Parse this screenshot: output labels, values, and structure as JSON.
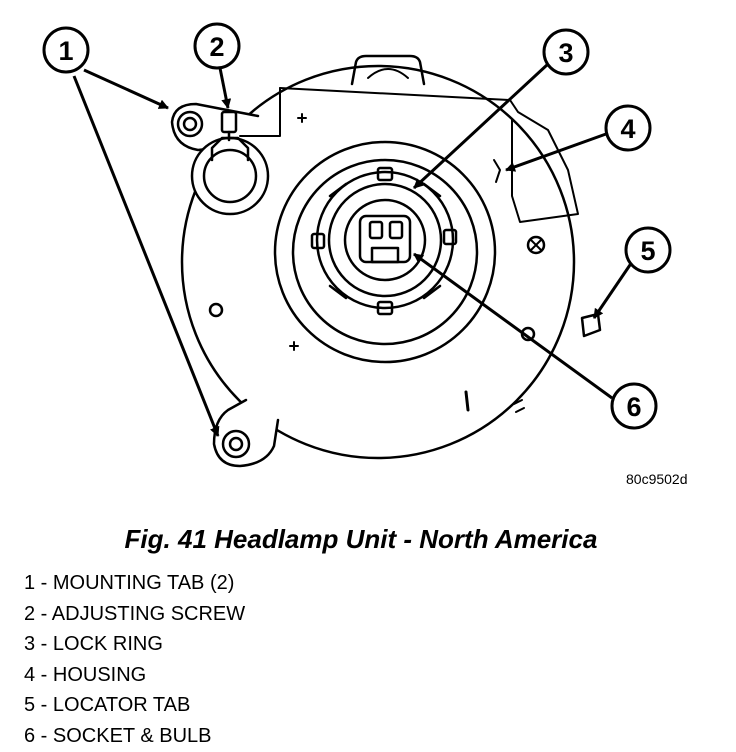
{
  "figure": {
    "image_id": "80c9502d",
    "caption": "Fig. 41 Headlamp Unit - North America",
    "callouts": [
      "1",
      "2",
      "3",
      "4",
      "5",
      "6"
    ]
  },
  "legend": [
    "1 - MOUNTING TAB (2)",
    "2 - ADJUSTING SCREW",
    "3 - LOCK RING",
    "4 - HOUSING",
    "5 - LOCATOR TAB",
    "6 - SOCKET & BULB"
  ]
}
